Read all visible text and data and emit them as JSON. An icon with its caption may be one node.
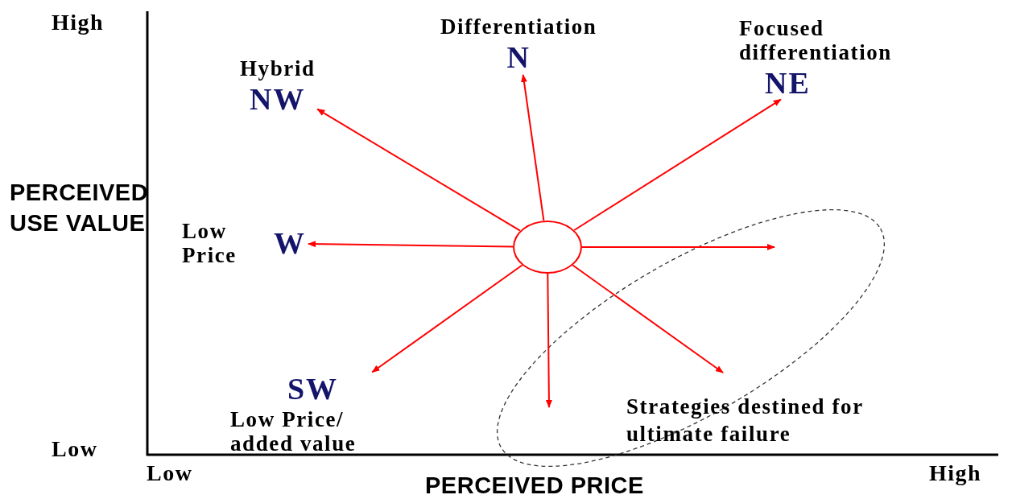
{
  "diagram": {
    "nodes": [
      {
        "text": [],
        "shape": "circle"
      },
      {
        "text": [
          "Hybrid",
          "NW"
        ]
      },
      {
        "text": [
          "Differentiation",
          "N"
        ]
      },
      {
        "text": [
          "Focused differentiation",
          "NE"
        ]
      },
      {
        "text": [
          "Low Price",
          "W"
        ]
      },
      {
        "text": [
          "SW",
          "Low Price/ added value"
        ]
      }
    ],
    "edges": [
      {
        "from": 0,
        "to": 1,
        "arrow": "to"
      },
      {
        "from": 0,
        "to": 2,
        "arrow": "to"
      },
      {
        "from": 0,
        "to": 3,
        "arrow": "to"
      },
      {
        "from": 0,
        "to": null,
        "arrow": "to"
      },
      {
        "from": 0,
        "to": null,
        "arrow": "to"
      },
      {
        "from": 0,
        "to": null,
        "arrow": "to"
      },
      {
        "from": 0,
        "to": 5,
        "arrow": "to"
      },
      {
        "from": 0,
        "to": 4,
        "arrow": "to"
      }
    ],
    "labels": [
      "High",
      "PERCEIVED USE VALUE",
      "Low",
      "Strategies destined for ultimate failure",
      "Low",
      "High",
      "PERCEIVED PRICE"
    ]
  }
}
